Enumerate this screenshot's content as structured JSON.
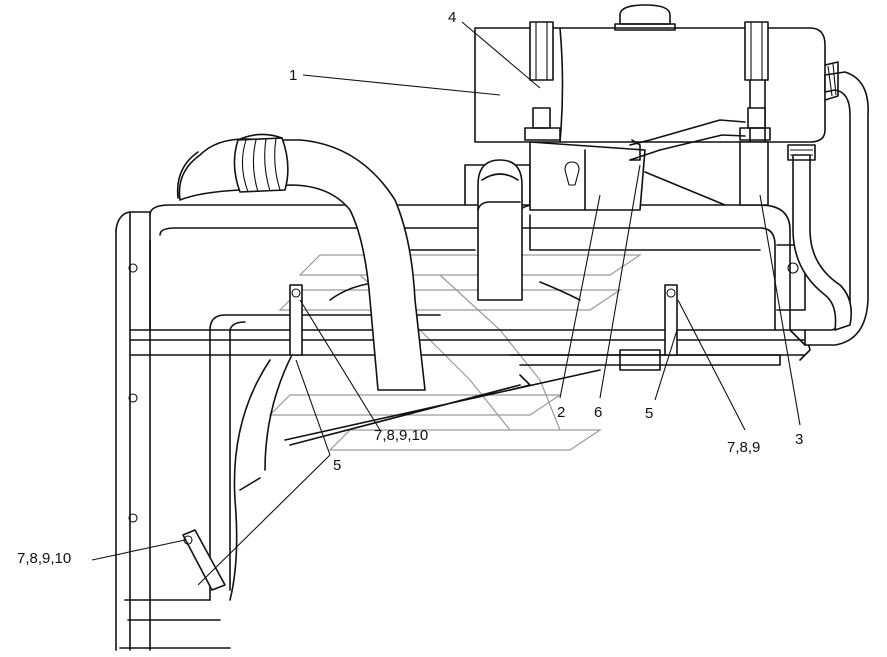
{
  "diagram": {
    "callouts": [
      {
        "id": "c1",
        "text": "1"
      },
      {
        "id": "c2",
        "text": "2"
      },
      {
        "id": "c3",
        "text": "3"
      },
      {
        "id": "c4",
        "text": "4"
      },
      {
        "id": "c5a",
        "text": "5"
      },
      {
        "id": "c5b",
        "text": "5"
      },
      {
        "id": "c6",
        "text": "6"
      },
      {
        "id": "c789",
        "text": "7,8,9"
      },
      {
        "id": "c78910a",
        "text": "7,8,9,10"
      },
      {
        "id": "c78910b",
        "text": "7,8,9,10"
      }
    ]
  }
}
